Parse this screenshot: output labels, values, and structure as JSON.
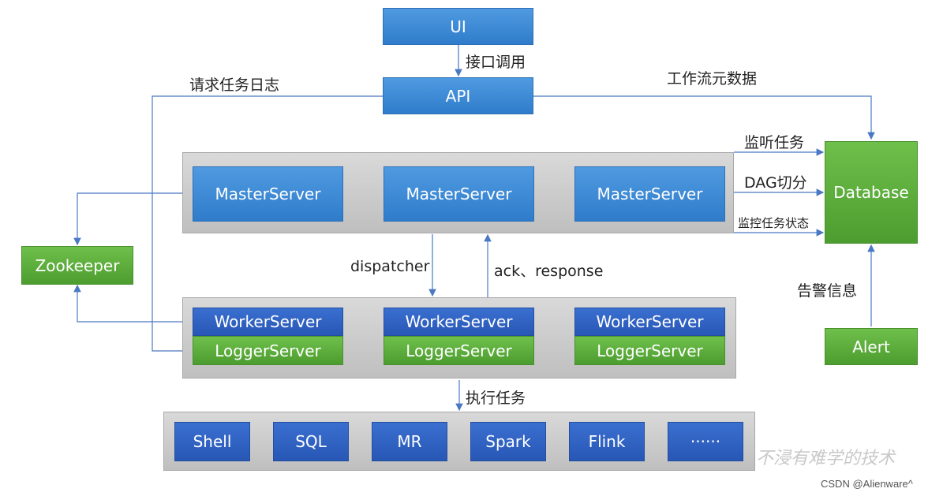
{
  "nodes": {
    "ui": "UI",
    "api": "API",
    "master1": "MasterServer",
    "master2": "MasterServer",
    "master3": "MasterServer",
    "zookeeper": "Zookeeper",
    "database": "Database",
    "alert": "Alert",
    "worker1": "WorkerServer",
    "worker2": "WorkerServer",
    "worker3": "WorkerServer",
    "logger1": "LoggerServer",
    "logger2": "LoggerServer",
    "logger3": "LoggerServer",
    "tasks": [
      "Shell",
      "SQL",
      "MR",
      "Spark",
      "Flink",
      "······"
    ]
  },
  "edges": {
    "interface_call": "接口调用",
    "request_task_log": "请求任务日志",
    "workflow_metadata": "工作流元数据",
    "listen_task": "监听任务",
    "dag_split": "DAG切分",
    "monitor_task_status": "监控任务状态",
    "dispatcher": "dispatcher",
    "ack_response": "ack、response",
    "alarm_info": "告警信息",
    "execute_task": "执行任务"
  },
  "watermark": "不浸有难学的技术",
  "credit": "CSDN @Alienware^"
}
